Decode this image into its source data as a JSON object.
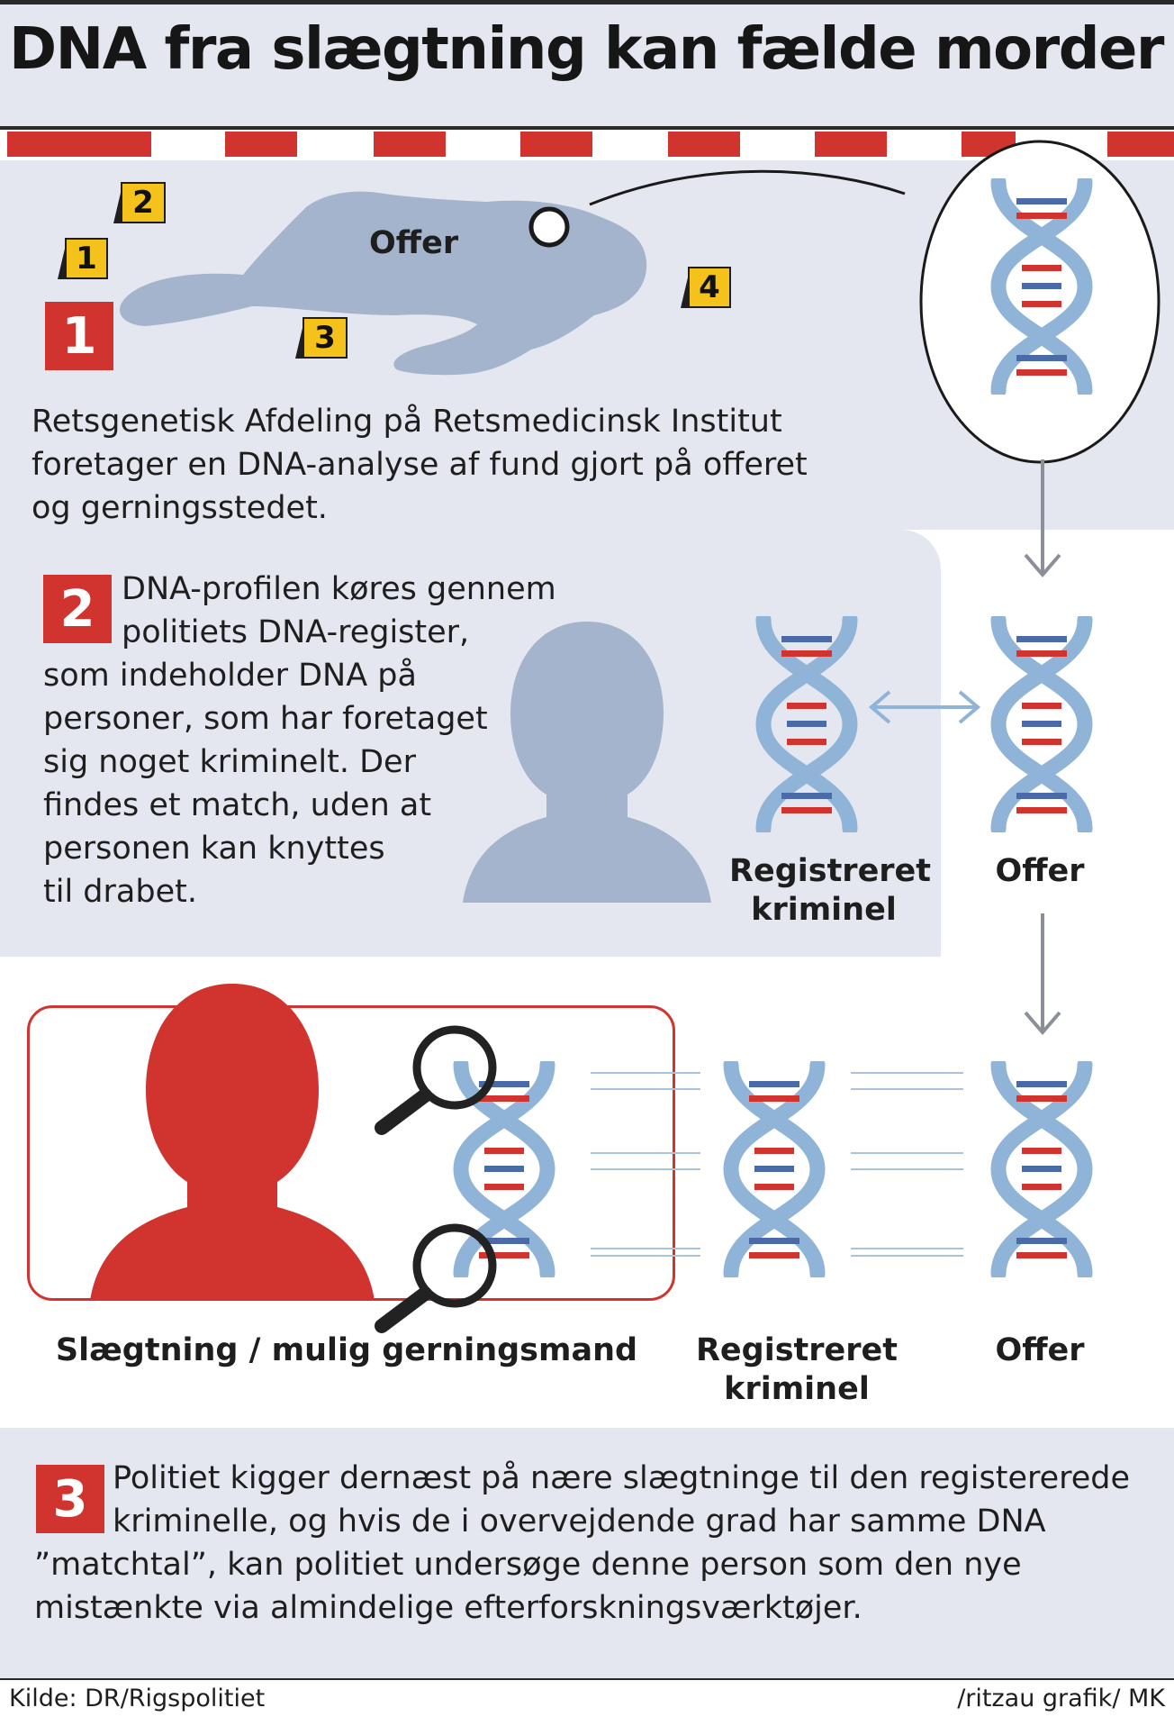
{
  "title": "DNA fra slægtning kan fælde morder",
  "colors": {
    "red": "#d1342e",
    "blue": "#8fb4d8",
    "grey_blue": "#a3b4cc",
    "panel": "#e4e7ef",
    "flag_yellow": "#f4c21b"
  },
  "step1": {
    "number": "1",
    "victim_label": "Offer",
    "markers": [
      "1",
      "2",
      "3",
      "4"
    ],
    "text": "Retsgenetisk Afdeling på Retsmedicinsk Institut\nforetager en DNA-analyse af fund gjort på offeret\nog gerningsstedet."
  },
  "step2": {
    "number": "2",
    "text_first_lines": "DNA-profilen køres gennem\npolitiets DNA-register,",
    "text_rest": "som indeholder DNA på\npersoner, som har foretaget\nsig noget kriminelt. Der\nfindes et match, uden at\npersonen kan knyttes\ntil drabet.",
    "label_criminal": "Registreret\nkriminel",
    "label_victim": "Offer"
  },
  "step3_visual": {
    "label_relative": "Slægtning / mulig gerningsmand",
    "label_criminal": "Registreret\nkriminel",
    "label_victim": "Offer"
  },
  "step3": {
    "number": "3",
    "text_first_lines": "Politiet kigger dernæst på nære slægtninge til den registererede\nkriminelle, og hvis de i overvejdende grad har samme DNA",
    "text_rest": "”matchtal”, kan politiet undersøge denne person som den nye\nmistænkte via almindelige efterforskningsværktøjer."
  },
  "footer": {
    "source": "Kilde: DR/Rigspolitiet",
    "credit": "/ritzau grafik/ MK"
  },
  "icons": [
    "dna-helix-icon",
    "person-silhouette-icon",
    "magnifier-icon",
    "arrow-down-icon",
    "double-arrow-icon",
    "evidence-marker-icon"
  ]
}
